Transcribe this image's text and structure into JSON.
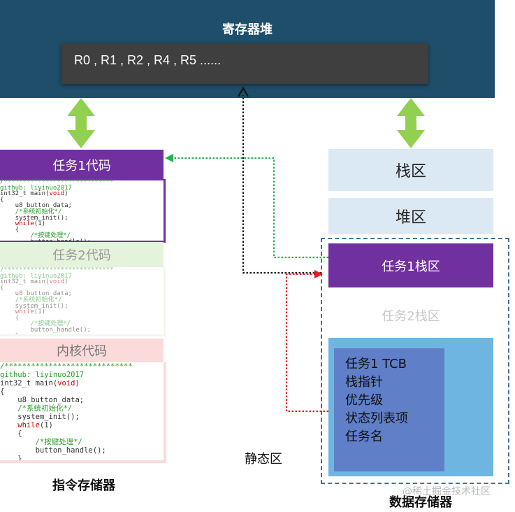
{
  "register_heap": {
    "title": "寄存器堆",
    "values": "R0 , R1 , R2 , R4 , R5 ......"
  },
  "instruction_memory": {
    "label": "指令存储器",
    "task1": {
      "title": "任务1代码",
      "code_lines": [
        "/*****************************",
        "github: liyinuo2017",
        "int32_t main(void)",
        "{",
        "    u8 button_data;",
        "    /*系统初始化*/",
        "    system_init();",
        "    while(1)",
        "    {",
        "        /*按键处理*/",
        "        button_handle();",
        "    }"
      ]
    },
    "task2": {
      "title": "任务2代码",
      "code_lines": [
        "/*****************************",
        "github: liyinuo2017",
        "int32_t main(void)",
        "{",
        "    u8 button_data;",
        "    /*系统初始化*/",
        "    system_init();",
        "    while(1)",
        "    {",
        "        /*按键处理*/",
        "        button_handle();",
        "    }"
      ]
    },
    "kernel": {
      "title": "内核代码",
      "code_lines": [
        "/*****************************",
        "github: liyinuo2017",
        "int32_t main(void)",
        "{",
        "    u8 button_data;",
        "    /*系统初始化*/",
        "    system_init();",
        "    while(1)",
        "    {",
        "        /*按键处理*/",
        "        button_handle();",
        "    }",
        "}"
      ]
    }
  },
  "data_memory": {
    "label": "数据存储器",
    "stack_area": "栈区",
    "heap_area": "堆区",
    "task1_stack": "任务1栈区",
    "task2_stack": "任务2栈区",
    "tcb_lines": [
      "任务1 TCB",
      "栈指针",
      "优先级",
      "状态列表项",
      "任务名"
    ]
  },
  "static_area_label": "静态区",
  "watermark": "@稀土掘金技术社区",
  "colors": {
    "register_bg": "#1f4e6b",
    "register_box": "#3f3f3f",
    "purple": "#7030a0",
    "green_arrow": "#92d050",
    "light_blue": "#dbe9f5",
    "tcb_outer": "#6fb5e1",
    "tcb_inner": "#5f7fc8",
    "dash_border": "#41719c",
    "green_dotted": "#22b14c",
    "red_dotted": "#e02020",
    "black_dotted": "#111111"
  }
}
